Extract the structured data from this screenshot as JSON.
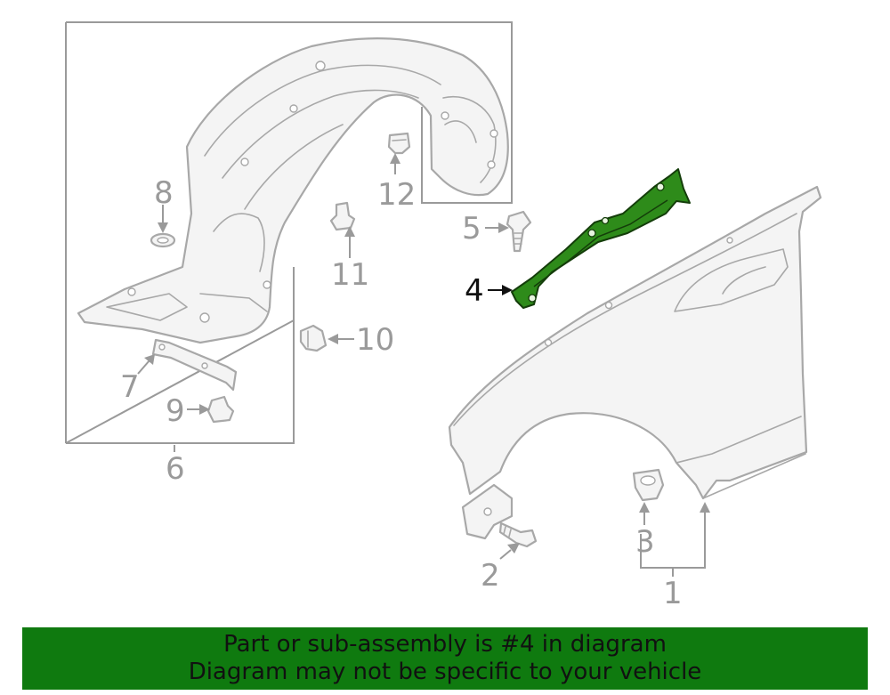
{
  "callouts": {
    "c1": "1",
    "c2": "2",
    "c3": "3",
    "c4": "4",
    "c5": "5",
    "c6": "6",
    "c7": "7",
    "c8": "8",
    "c9": "9",
    "c10": "10",
    "c11": "11",
    "c12": "12"
  },
  "highlight_color": "#2e8b1a",
  "banner": {
    "line1": "Part or sub-assembly is #4 in diagram",
    "line2": "Diagram may not be specific to your vehicle",
    "color": "#0f7a0f"
  }
}
